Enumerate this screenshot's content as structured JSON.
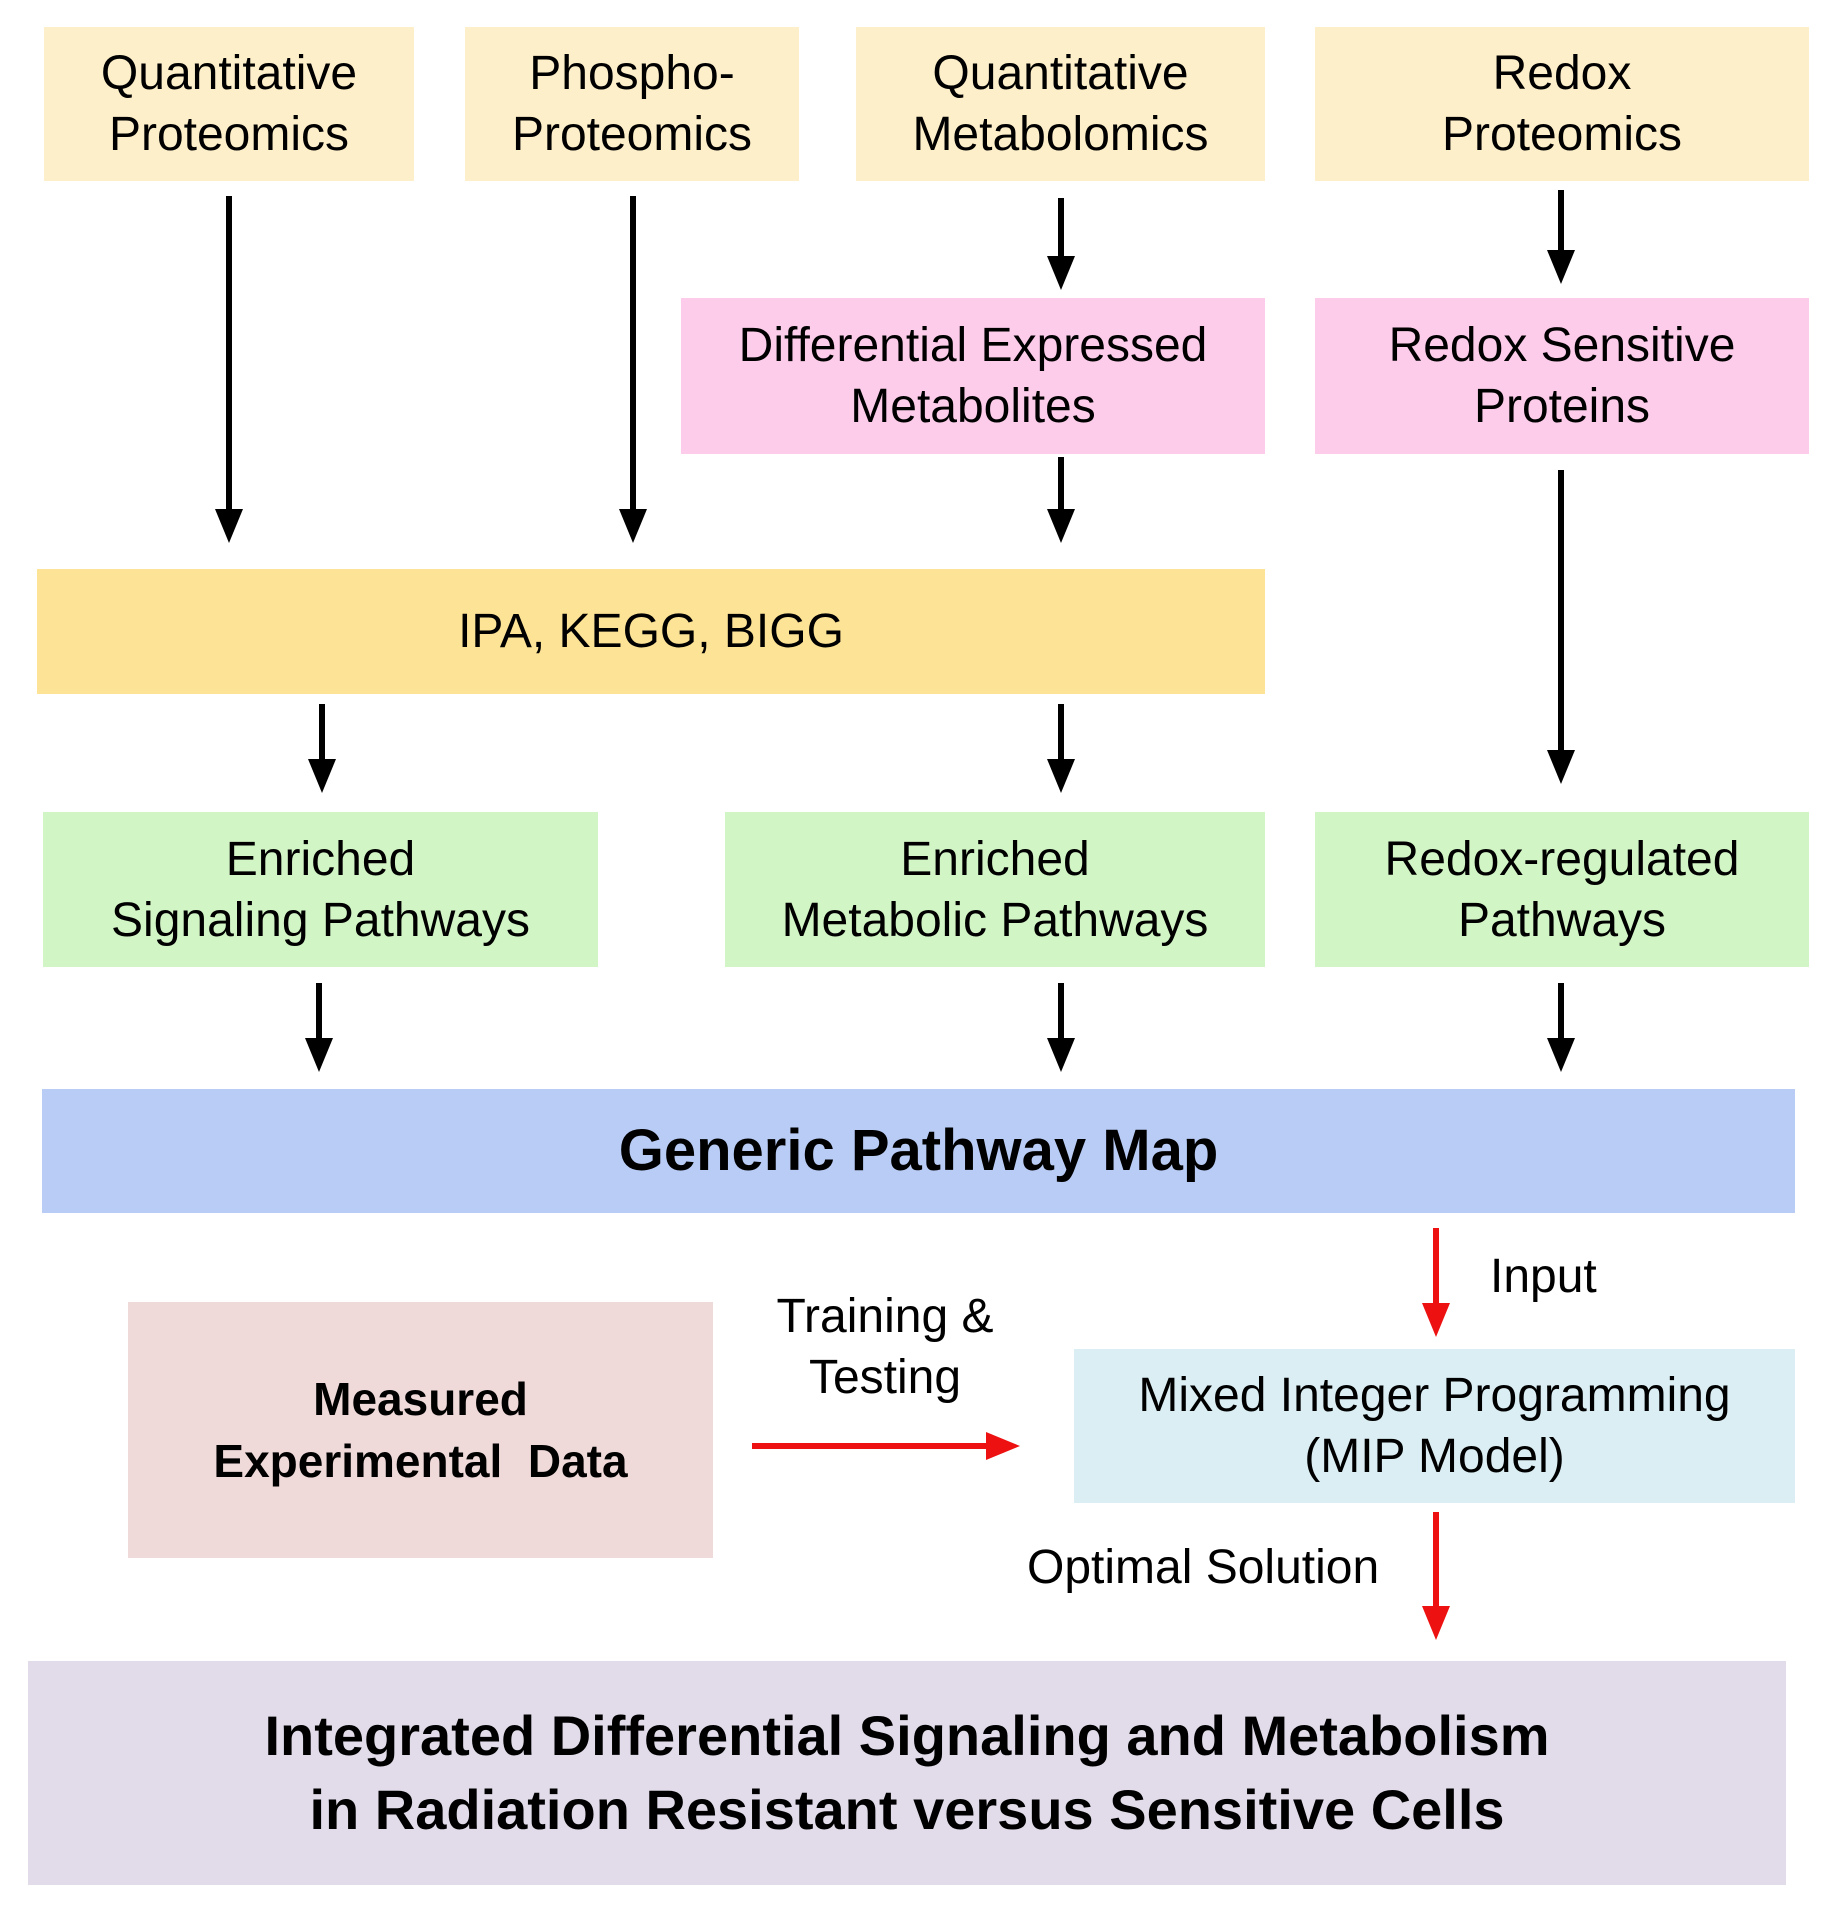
{
  "colors": {
    "source": "#fdefc9",
    "database": "#fde396",
    "filtered": "#fcccea",
    "pathway": "#d2f5c5",
    "generic_map": "#b9ccf6",
    "mip": "#daeef3",
    "measured": "#f0d9d9",
    "result": "#e2dcea",
    "arrow_black": "#000000",
    "arrow_red": "#ee1111"
  },
  "sources": {
    "quant_proteomics": [
      "Quantitative",
      "Proteomics"
    ],
    "phospho_proteomics": [
      "Phospho-",
      "Proteomics"
    ],
    "quant_metabolomics": [
      "Quantitative",
      "Metabolomics"
    ],
    "redox_proteomics": [
      "Redox",
      "Proteomics"
    ]
  },
  "filtered": {
    "diff_metabolites": [
      "Differential Expressed",
      "Metabolites"
    ],
    "redox_proteins": [
      "Redox Sensitive",
      "Proteins"
    ]
  },
  "database": "IPA, KEGG, BIGG",
  "pathways": {
    "signaling": [
      "Enriched",
      "Signaling Pathways"
    ],
    "metabolic": [
      "Enriched",
      "Metabolic Pathways"
    ],
    "redox": [
      "Redox-regulated",
      "Pathways"
    ]
  },
  "generic_map": "Generic Pathway Map",
  "mip": [
    "Mixed Integer Programming",
    "(MIP Model)"
  ],
  "measured": [
    "Measured",
    "Experimental  Data"
  ],
  "labels": {
    "input": "Input",
    "training": [
      "Training &",
      "Testing"
    ],
    "optimal": "Optimal Solution"
  },
  "result": [
    "Integrated Differential Signaling and Metabolism",
    "in Radiation Resistant versus Sensitive Cells"
  ]
}
